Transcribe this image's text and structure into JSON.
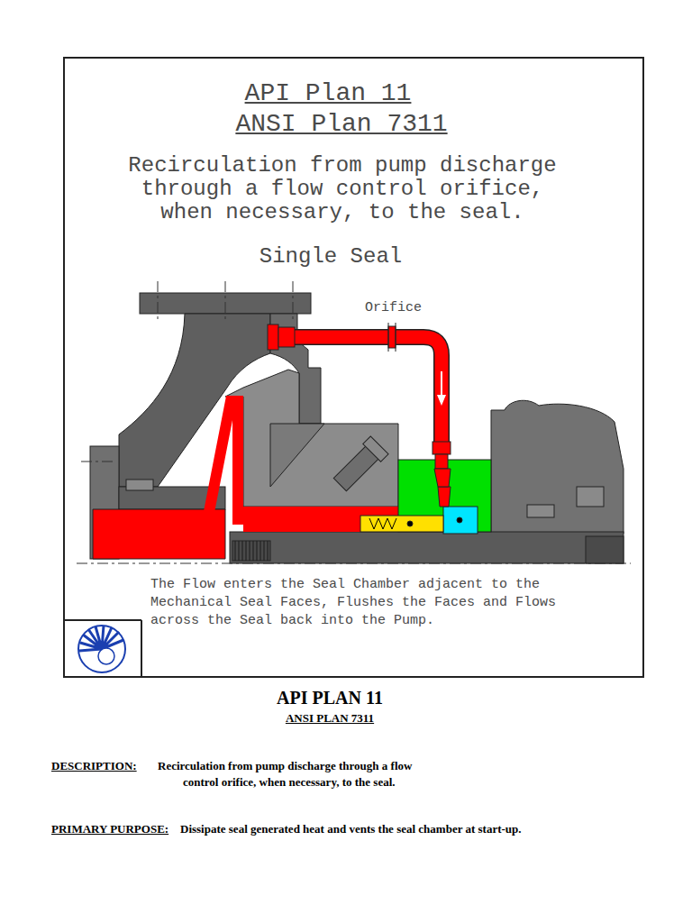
{
  "diagram": {
    "title": "API PLAN 11",
    "nodes": [
      {
        "text": [
          "API Plan 11",
          "ANSI Plan 7311",
          "Recirculation from pump discharge through a flow control orifice, when necessary, to the seal.",
          "Single Seal",
          "The Flow enters the Seal Chamber adjacent to the Mechanical Seal Faces, Flushes the Faces and Flows across the Seal back into the Pump."
        ]
      }
    ],
    "labels": [
      "Orifice",
      "ANSI PLAN 7311",
      "DESCRIPTION:",
      "Recirculation from pump discharge through a flow control orifice, when necessary, to the seal.",
      "PRIMARY PURPOSE:",
      "Dissipate seal generated heat and vents the seal chamber at start-up."
    ]
  }
}
